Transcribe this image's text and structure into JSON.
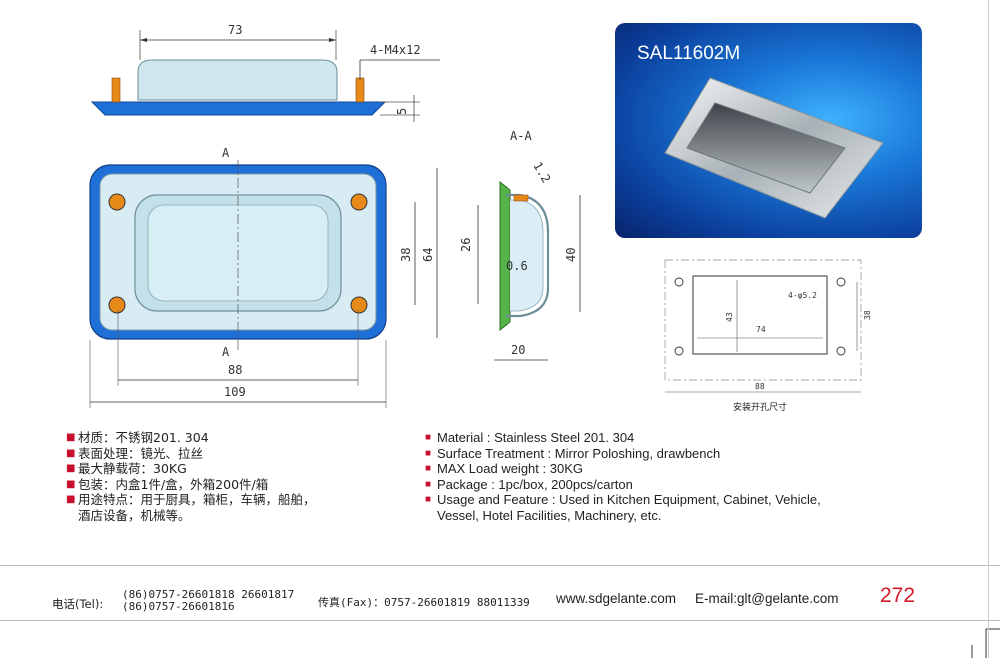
{
  "drawings": {
    "top_width": "73",
    "screw_note": "4-M4x12",
    "flange_height": "5",
    "section_label_a": "A",
    "section_title": "A-A",
    "thickness_note": "1.2",
    "inner_height": "38",
    "outer_height": "64",
    "inner_width": "88",
    "outer_width": "109",
    "depth": "26",
    "wall": "0.6",
    "section_height": "40",
    "section_width": "20",
    "cutout_holes": "4-φ5.2",
    "cutout_h": "43",
    "cutout_w": "74",
    "cutout_side": "38",
    "cutout_outer": "88",
    "cutout_caption": "安装开孔尺寸"
  },
  "photo": {
    "model": "SAL11602M"
  },
  "specs_cn": [
    "材质：不锈钢201. 304",
    "表面处理：镜光、拉丝",
    "最大静载荷：30KG",
    "包装：内盒1件/盒，外箱200件/箱",
    "用途特点：用于厨具，箱柜，车辆，船舶，",
    "酒店设备，机械等。"
  ],
  "specs_en": [
    "Material : Stainless Steel 201. 304",
    "Surface Treatment : Mirror Poloshing, drawbench",
    "MAX Load weight : 30KG",
    "Package : 1pc/box,  200pcs/carton",
    "Usage and Feature : Used in Kitchen Equipment, Cabinet, Vehicle,",
    "Vessel, Hotel Facilities, Machinery, etc."
  ],
  "footer": {
    "tel_label": "电话(Tel):",
    "tel_line1": "(86)0757-26601818  26601817",
    "tel_line2": "(86)0757-26601816",
    "fax": "传真(Fax)：0757-26601819 88011339",
    "web": "www.sdgelante.com",
    "email": "E-mail:glt@gelante.com",
    "page": "272"
  },
  "colors": {
    "accent_red": "#c8102e",
    "handle_blue": "#1e6fd6",
    "pin_orange": "#e88a1a",
    "photo_blue": "#1a78d8"
  }
}
